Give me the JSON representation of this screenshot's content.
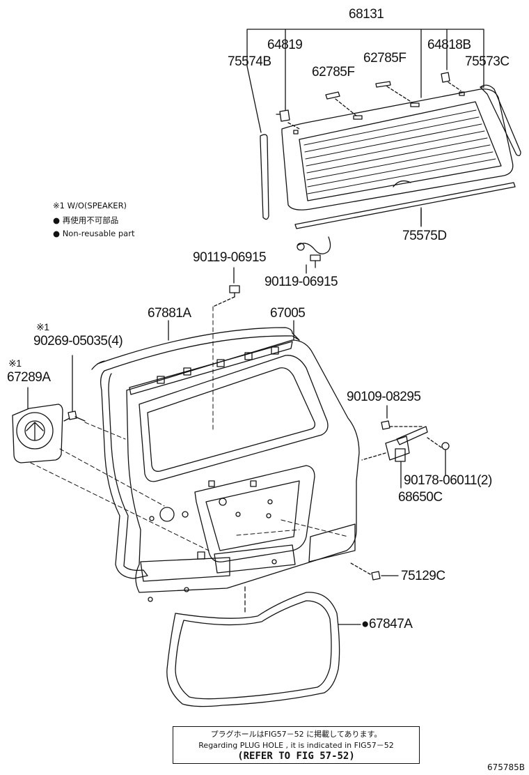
{
  "diagram": {
    "parts": {
      "p68131": "68131",
      "p64819": "64819",
      "p75574B": "75574B",
      "p64818B": "64818B",
      "p75573C": "75573C",
      "p62785F_a": "62785F",
      "p62785F_b": "62785F",
      "p75575D": "75575D",
      "p90119_a": "90119-06915",
      "p90119_b": "90119-06915",
      "p67881A": "67881A",
      "p67005": "67005",
      "p90269": "90269-05035(4)",
      "p67289A": "67289A",
      "p90109": "90109-08295",
      "p90178": "90178-06011(2)",
      "p68650C": "68650C",
      "p75129C": "75129C",
      "p67847A": "●67847A"
    },
    "marks": {
      "m1_a": "※1",
      "m1_b": "※1"
    },
    "legend": {
      "line1": "※1 W/O(SPEAKER)",
      "line2": "● 再使用不可部品",
      "line3": "● Non-reusable part"
    },
    "note": {
      "jp": "プラグホールはFIG57－52 に掲載してあります。",
      "en": "Regarding  PLUG  HOLE  , it  is  indicated  in  FIG57－52",
      "refer": "(REFER  TO  FIG  57-52)"
    },
    "figure_id": "675785B"
  }
}
